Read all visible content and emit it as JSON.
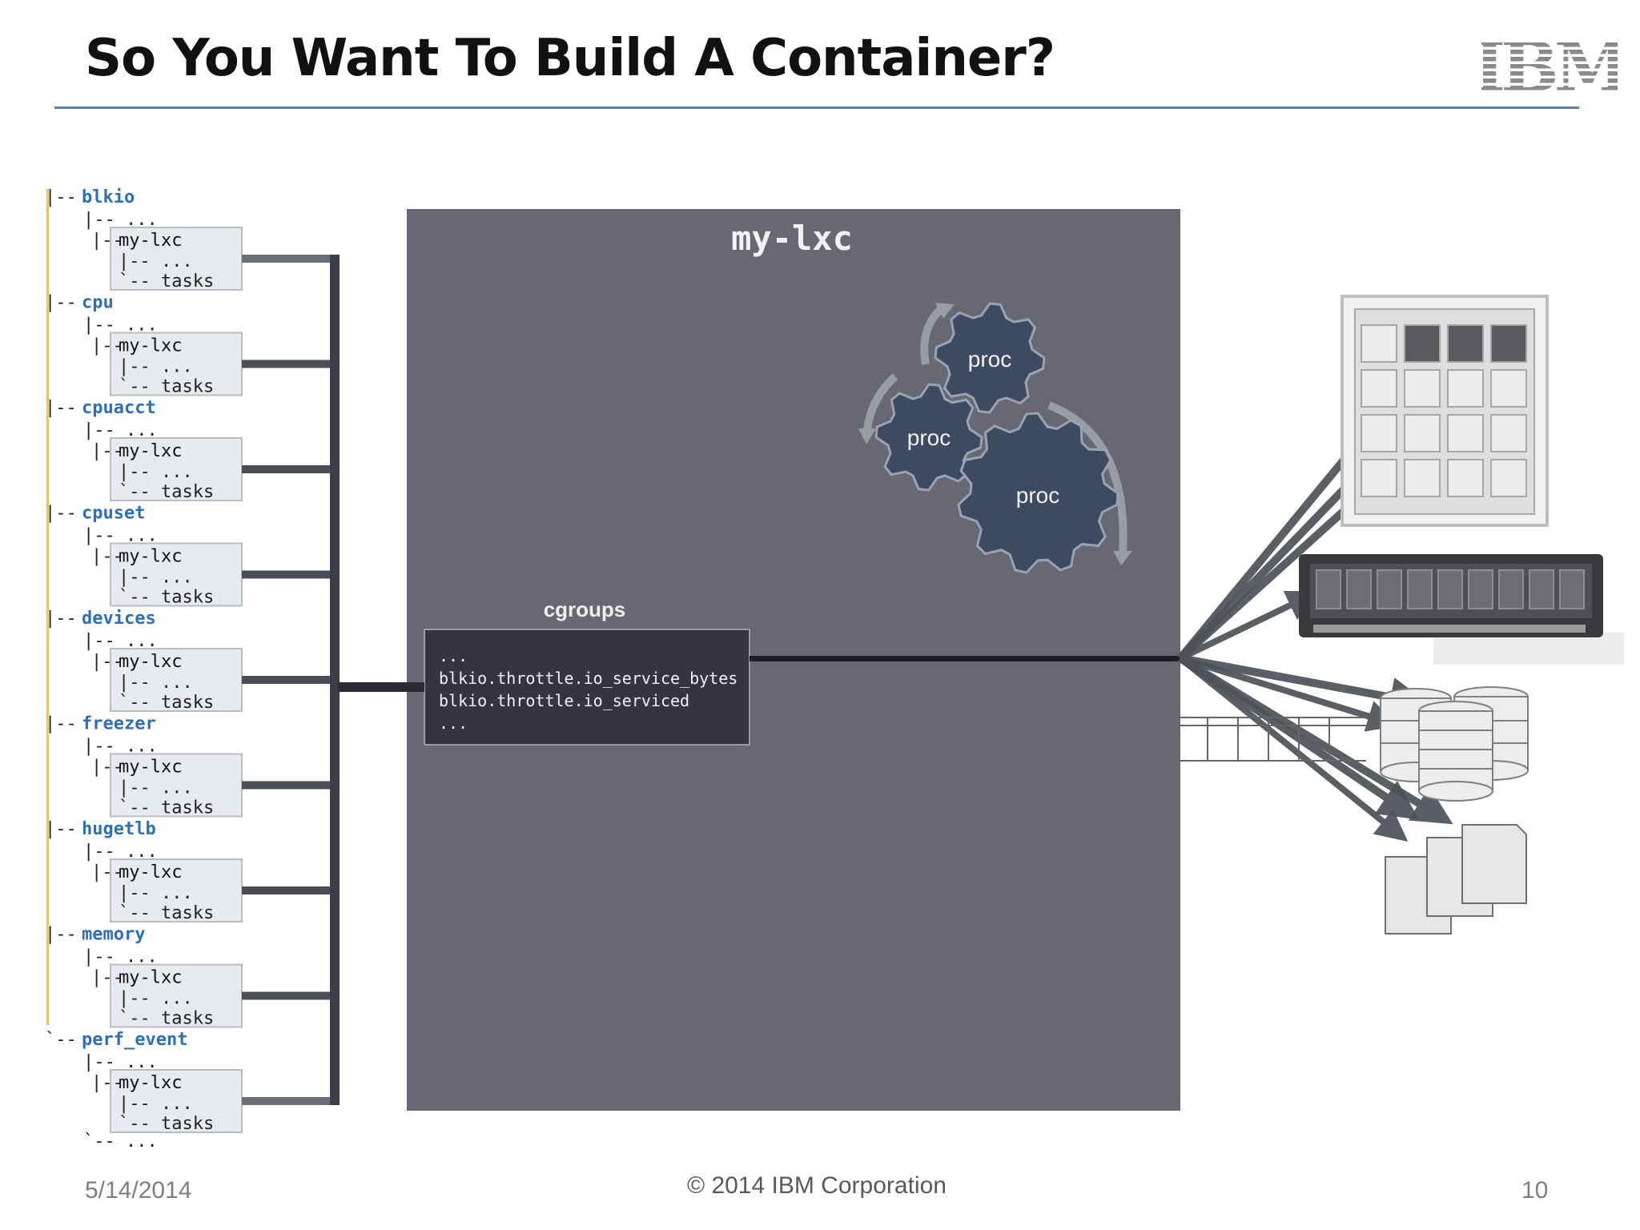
{
  "slide": {
    "title": "So You Want To Build A Container?",
    "logo_text": "IBM",
    "footer": {
      "date": "5/14/2014",
      "copyright": "© 2014 IBM Corporation",
      "page_number": "10"
    }
  },
  "container": {
    "name": "my-lxc",
    "process_labels": [
      "proc",
      "proc",
      "proc"
    ],
    "cgroups_label": "cgroups",
    "cgroups_file_lines": [
      "...",
      "blkio.throttle.io_service_bytes",
      "blkio.throttle.io_serviced",
      "..."
    ]
  },
  "cgroup_tree": {
    "subsystems": [
      "blkio",
      "cpu",
      "cpuacct",
      "cpuset",
      "devices",
      "freezer",
      "hugetlb",
      "memory",
      "perf_event"
    ],
    "child_group": "my-lxc",
    "child_entries": [
      "...",
      "tasks"
    ],
    "ellipsis": "..."
  },
  "colors": {
    "container_fill": "#676874",
    "gear_fill": "#3e4a61",
    "cgroups_box": "#343541",
    "tree_blue": "#2f6fb8",
    "title_rule": "#4f81bd"
  }
}
